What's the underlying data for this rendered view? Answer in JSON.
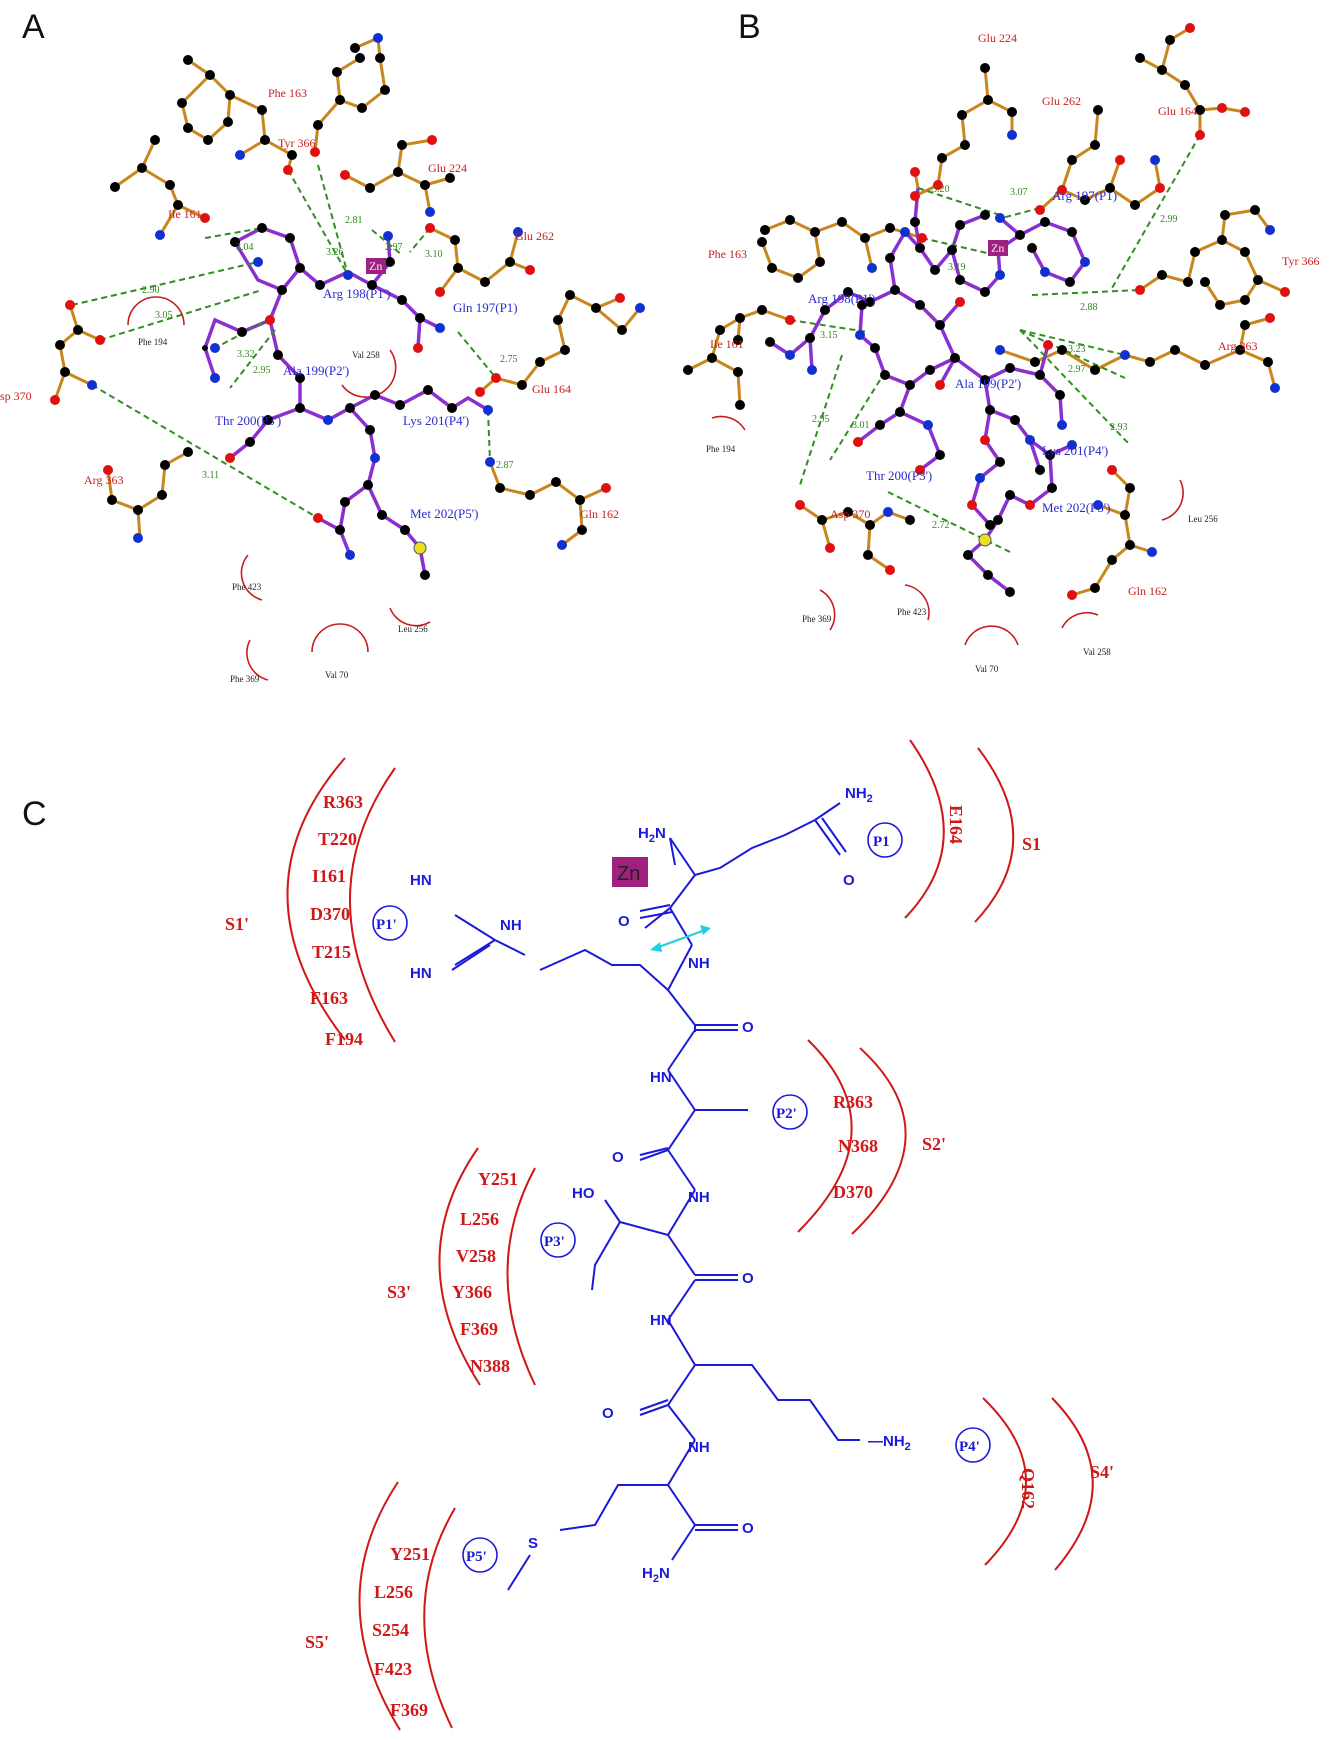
{
  "panels": {
    "a": {
      "letter": "A",
      "zn": "Zn",
      "ligand_labels": [
        "Arg 198(P1')",
        "Gln 197(P1)",
        "Ala 199(P2')",
        "Thr 200(P3')",
        "Lys 201(P4')",
        "Met 202(P5')"
      ],
      "residue_labels": [
        "Phe 163",
        "Tyr 366",
        "Ile 161",
        "Glu 224",
        "Glu 262",
        "Glu 164",
        "Arg 363",
        "Gln 162",
        "sp 370"
      ],
      "hydrophobic_labels": [
        "Phe 194",
        "Val 258",
        "Phe 423",
        "Leu 256",
        "Phe 369",
        "Val 70"
      ],
      "distances": [
        "3.04",
        "2.90",
        "3.05",
        "3.26",
        "2.81",
        "2.97",
        "3.10",
        "3.32",
        "2.95",
        "2.75",
        "2.87",
        "3.11"
      ]
    },
    "b": {
      "letter": "B",
      "zn": "Zn",
      "ligand_labels": [
        "Arg 197(P1)",
        "Arg 198(P1')",
        "Ala 199(P2')",
        "Lys 201(P4')",
        "Thr 200(P3')",
        "Met 202(P5')"
      ],
      "residue_labels": [
        "Glu 224",
        "Glu 262",
        "Glu 164",
        "Phe 163",
        "Tyr 366",
        "Ile 161",
        "Arg 363",
        "Asp 370",
        "Gln 162"
      ],
      "hydrophobic_labels": [
        "Phe 194",
        "Leu 256",
        "Phe 369",
        "Phe 423",
        "Val 70",
        "Val 258"
      ],
      "distances": [
        "3.20",
        "3.07",
        "2.99",
        "3.19",
        "2.88",
        "3.15",
        "3.23",
        "2.97",
        "2.95",
        "3.01",
        "2.93",
        "2.72"
      ]
    },
    "c": {
      "letter": "C",
      "zn": "Zn",
      "atoms": {
        "nh2_top": "NH",
        "nh2_top_sub": "2",
        "h2n": "H",
        "h2n_sub": "2",
        "h2n_n": "N",
        "o": "O",
        "hn": "HN",
        "nh": "NH",
        "ho": "HO",
        "s": "S",
        "nh2_lys": "NH",
        "nh2_lys_sub": "2",
        "h2n_bottom": "H",
        "h2n_bottom_sub": "2",
        "h2n_bottom_n": "N",
        "dash": "—"
      },
      "positions": [
        "P1",
        "P1'",
        "P2'",
        "P3'",
        "P4'",
        "P5'"
      ],
      "sites": [
        "S1",
        "S1'",
        "S2'",
        "S3'",
        "S4'",
        "S5'"
      ],
      "s1_residues": [
        "E164"
      ],
      "s1p_residues": [
        "R363",
        "T220",
        "I161",
        "D370",
        "T215",
        "F163",
        "F194"
      ],
      "s2p_residues": [
        "R363",
        "N368",
        "D370"
      ],
      "s3p_residues": [
        "Y251",
        "L256",
        "V258",
        "Y366",
        "F369",
        "N388"
      ],
      "s4p_residues": [
        "Q162"
      ],
      "s5p_residues": [
        "Y251",
        "L256",
        "S254",
        "F423",
        "F369"
      ]
    }
  }
}
